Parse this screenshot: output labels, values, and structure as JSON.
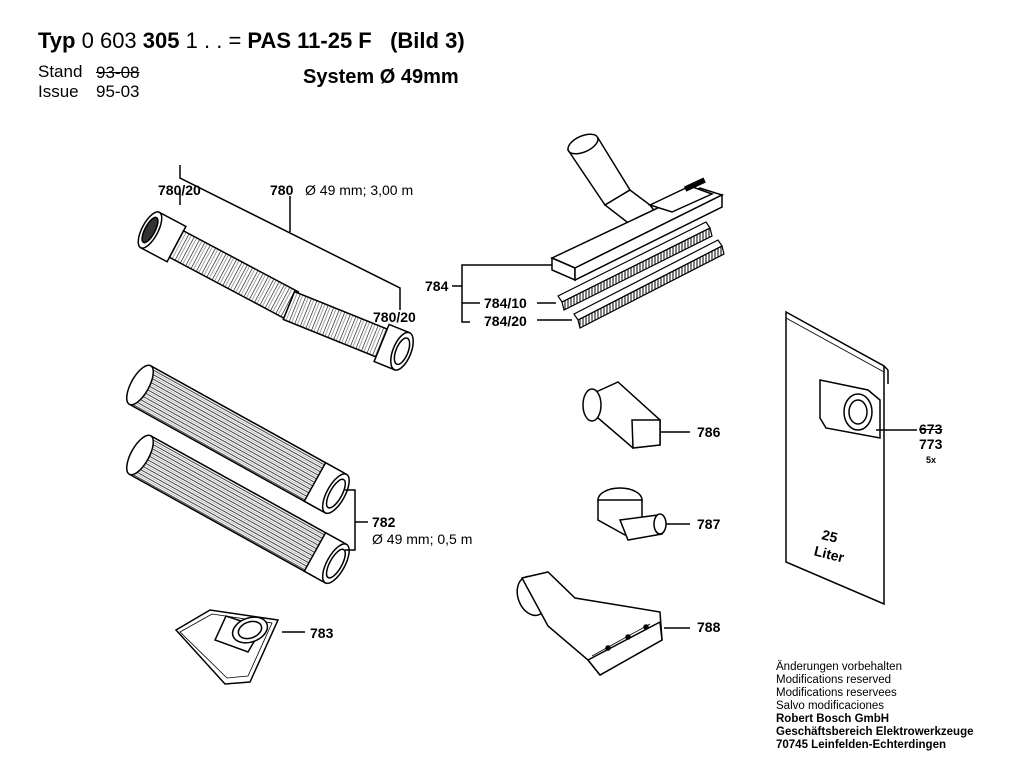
{
  "header": {
    "typ_prefix": "Typ",
    "typ_number_a": "0 603",
    "typ_number_b": "305",
    "typ_number_c": "1 . . =",
    "model": "PAS 11-25 F",
    "bild": "(Bild 3)",
    "stand_label": "Stand",
    "stand_value": "93-08",
    "issue_label": "Issue",
    "issue_value": "95-03",
    "system": "System Ø 49mm"
  },
  "parts": {
    "p780_20_top": "780/20",
    "p780": "780",
    "p780_desc": "Ø 49 mm; 3,00 m",
    "p780_20_bottom": "780/20",
    "p784": "784",
    "p784_10": "784/10",
    "p784_20": "784/20",
    "p786": "786",
    "p787": "787",
    "p788": "788",
    "p782": "782",
    "p782_desc": "Ø 49 mm; 0,5 m",
    "p783": "783",
    "p673_old": "673",
    "p773": "773",
    "qty_5x": "5x",
    "bag_volume": "25",
    "bag_unit": "Liter"
  },
  "footer": {
    "line1": "Änderungen vorbehalten",
    "line2": "Modifications reserved",
    "line3": "Modifications reservees",
    "line4": "Salvo modificaciones",
    "line5": "Robert Bosch GmbH",
    "line6": "Geschäftsbereich Elektrowerkzeuge",
    "line7": "70745 Leinfelden-Echterdingen"
  }
}
